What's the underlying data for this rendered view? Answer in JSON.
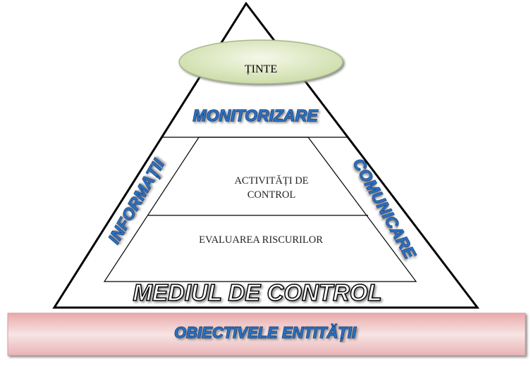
{
  "labels": {
    "targets": "ȚINTE",
    "monitoring": "MONITORIZARE",
    "information": "INFORMAȚII",
    "communication": "COMUNICARE",
    "control_activities_line1": "ACTIVITĂȚI  DE",
    "control_activities_line2": "CONTROL",
    "risk_assessment": "EVALUAREA RISCURILOR",
    "control_environment": "MEDIUL DE CONTROL",
    "entity_objectives": "OBIECTIVELE ENTITĂȚII"
  },
  "colors": {
    "accent_blue": "#2b6fc0",
    "ellipse_green": "#e2edc8",
    "bar_pink": "#e9b3b5"
  }
}
